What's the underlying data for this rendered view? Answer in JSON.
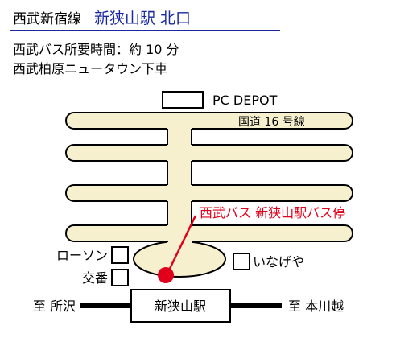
{
  "header": {
    "line_name": "西武新宿線",
    "station_title": "新狭山駅 北口",
    "travel_time": "西武バス所要時間：約 10 分",
    "get_off": "西武柏原ニュータウン下車"
  },
  "map": {
    "landmarks": {
      "pc_depot": "PC DEPOT",
      "lawson": "ローソン",
      "koban": "交番",
      "inageya": "いなげや"
    },
    "road_label": "国道 16 号線",
    "bus_stop_label": "西武バス 新狭山駅バス停",
    "station_name": "新狭山駅",
    "to_left": "至 所沢",
    "to_right": "至 本川越"
  },
  "colors": {
    "road_fill": "#f7f0cf",
    "station_title": "#1a28a0",
    "bus_stop": "#e0001b"
  }
}
